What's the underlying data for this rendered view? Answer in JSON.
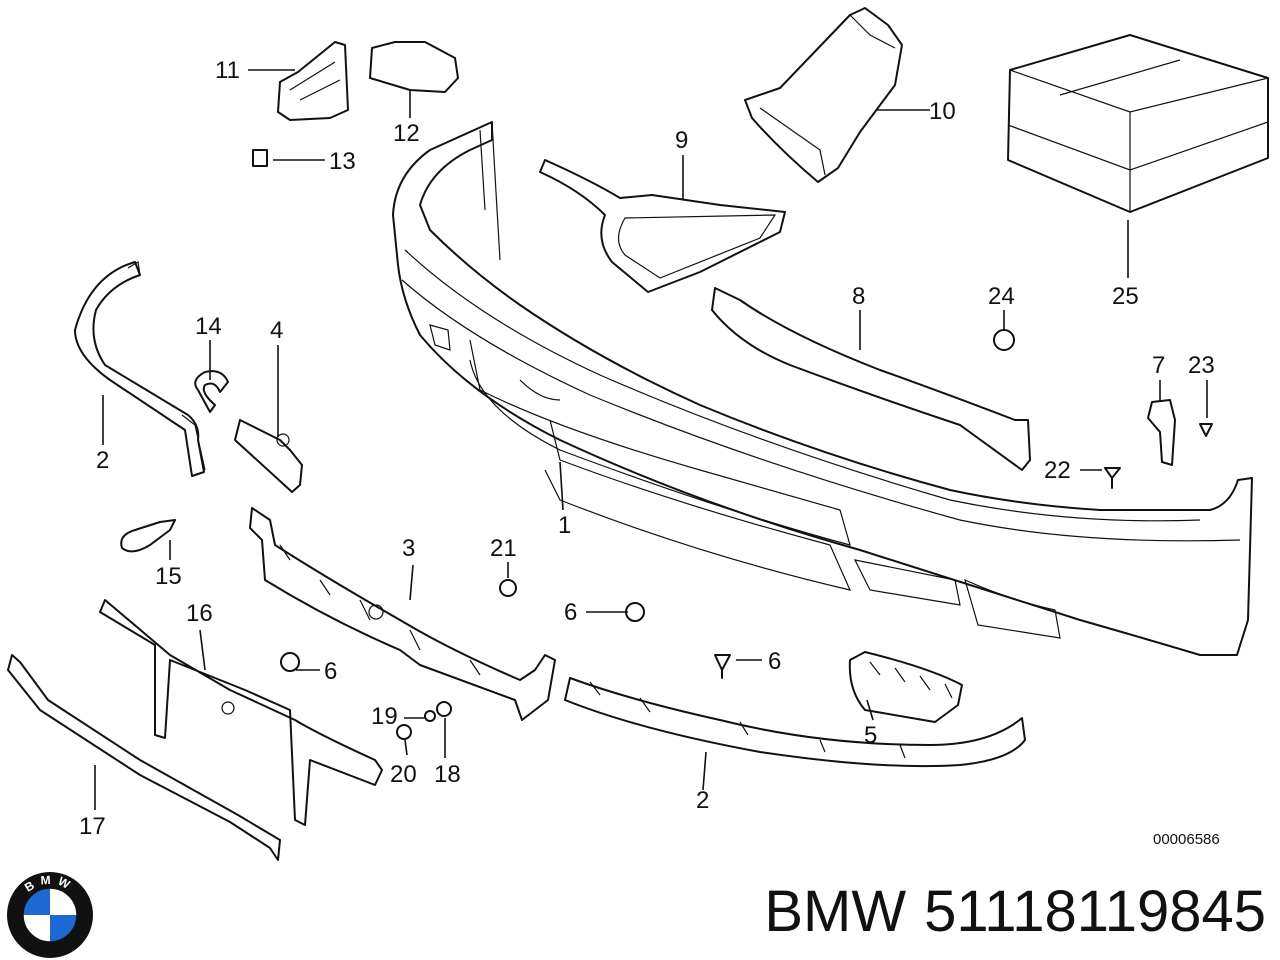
{
  "diagram": {
    "reference_code": "00006586",
    "callouts": [
      "1",
      "2",
      "2",
      "3",
      "4",
      "5",
      "6",
      "6",
      "6",
      "7",
      "8",
      "9",
      "10",
      "11",
      "12",
      "13",
      "14",
      "15",
      "16",
      "17",
      "18",
      "19",
      "20",
      "21",
      "22",
      "23",
      "24",
      "25"
    ]
  },
  "caption": {
    "brand": "BMW",
    "part_number": "51118119845"
  },
  "logo": {
    "letters": "BMW",
    "colors": {
      "blue": "#1c69d4",
      "white": "#ffffff",
      "ring": "#111111"
    }
  }
}
